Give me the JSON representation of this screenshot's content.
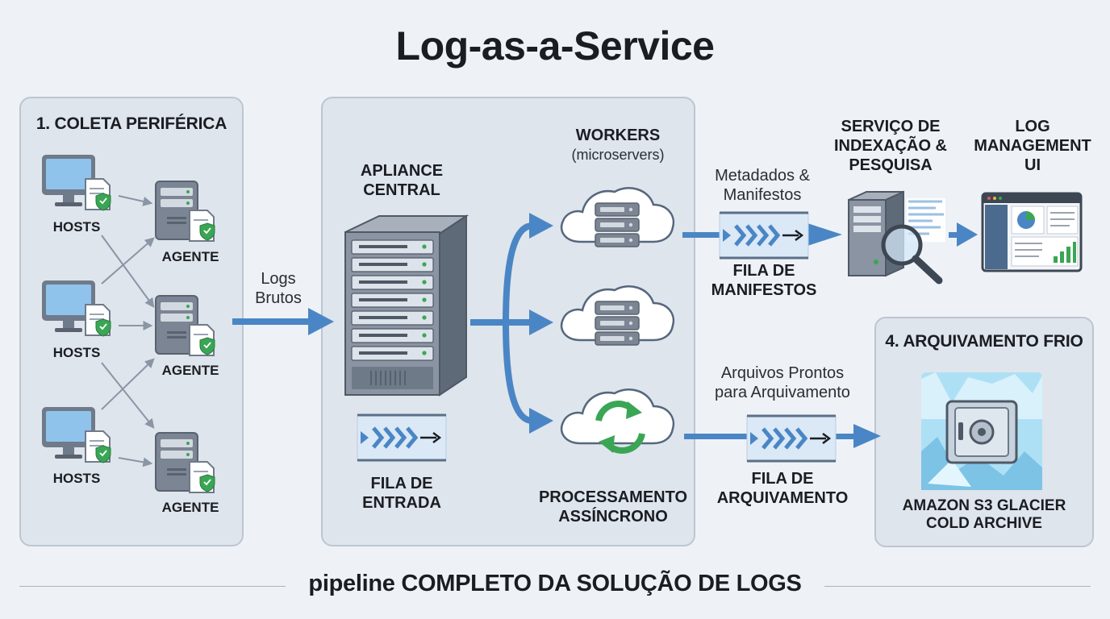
{
  "title": "Log-as-a-Service",
  "footer": {
    "prefix": "pipeline",
    "rest": "COMPLETO DA SOLUÇÃO DE LOGS"
  },
  "stage1": {
    "title": "1. COLETA PERIFÉRICA",
    "hosts_label": "HOSTS",
    "agent_label": "AGENTE"
  },
  "flow_logs": {
    "line1": "Logs",
    "line2": "Brutos"
  },
  "central": {
    "title_line1": "APLIANCE",
    "title_line2": "CENTRAL",
    "queue_line1": "FILA DE",
    "queue_line2": "ENTRADA"
  },
  "workers": {
    "title": "WORKERS",
    "subtitle": "(microservers)",
    "processing_line1": "PROCESSAMENTO",
    "processing_line2": "ASSÍNCRONO"
  },
  "manifests": {
    "note_line1": "Metadados &",
    "note_line2": "Manifestos",
    "queue_line1": "FILA DE",
    "queue_line2": "MANIFESTOS"
  },
  "indexing": {
    "line1": "SERVIÇO DE",
    "line2": "INDEXAÇÃO &",
    "line3": "PESQUISA"
  },
  "ui": {
    "line1": "LOG",
    "line2": "MANAGEMENT",
    "line3": "UI"
  },
  "archive_flow": {
    "note_line1": "Arquivos Prontos",
    "note_line2": "para Arquivamento",
    "queue_line1": "FILA DE",
    "queue_line2": "ARQUIVAMENTO"
  },
  "cold": {
    "title": "4. ARQUIVAMENTO FRIO",
    "line1": "AMAZON S3 GLACIER",
    "line2": "COLD ARCHIVE"
  },
  "colors": {
    "arrow": "#4a86c5",
    "server": "#7b8594",
    "monitor_screen": "#8fc3ec",
    "shield": "#3aa655",
    "ice": "#aee0f5"
  }
}
